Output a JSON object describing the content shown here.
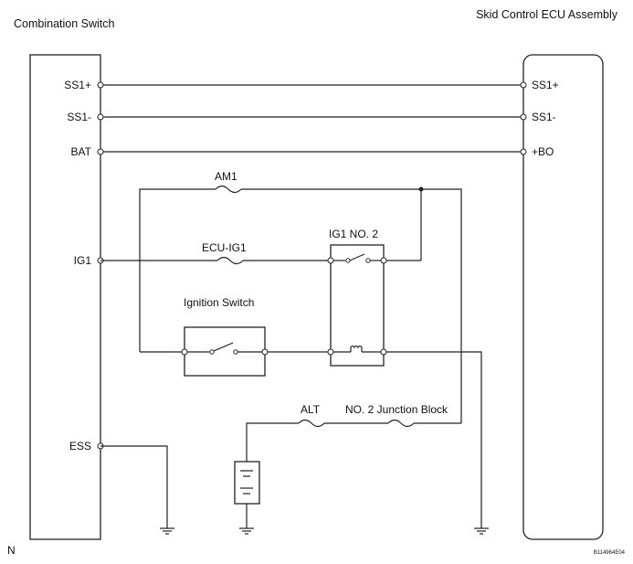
{
  "titles": {
    "left_component": "Combination Switch",
    "right_component": "Skid Control ECU Assembly"
  },
  "left_pins": {
    "ss1_plus": "SS1+",
    "ss1_minus": "SS1-",
    "bat": "BAT",
    "ig1": "IG1",
    "ess": "ESS"
  },
  "right_pins": {
    "ss1_plus": "SS1+",
    "ss1_minus": "SS1-",
    "bo_plus": "+BO"
  },
  "components": {
    "fuse_am1": "AM1",
    "fuse_ecu_ig1": "ECU-IG1",
    "relay_ig1_no2": "IG1 NO. 2",
    "ignition_switch": "Ignition Switch",
    "fuse_alt": "ALT",
    "junction_block": "NO. 2 Junction Block"
  },
  "footer": {
    "corner_left": "N",
    "figure_code": "B114964E04"
  }
}
